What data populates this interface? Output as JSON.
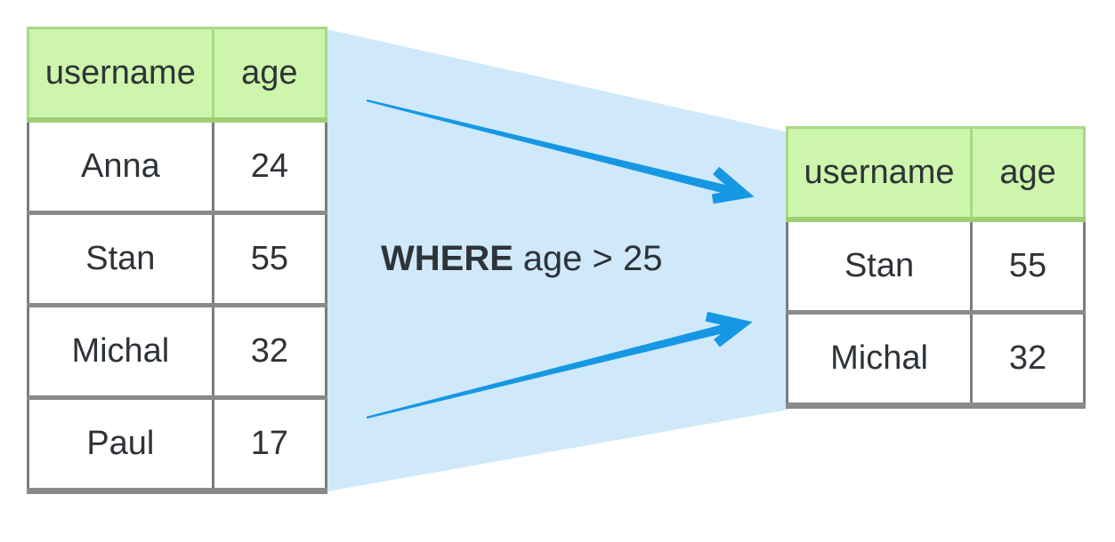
{
  "filter_label": {
    "keyword": "WHERE",
    "condition": "age > 25",
    "full_text": "WHERE age > 25"
  },
  "source_table": {
    "columns": [
      "username",
      "age"
    ],
    "rows": [
      [
        "Anna",
        "24"
      ],
      [
        "Stan",
        "55"
      ],
      [
        "Michal",
        "32"
      ],
      [
        "Paul",
        "17"
      ]
    ]
  },
  "result_table": {
    "columns": [
      "username",
      "age"
    ],
    "rows": [
      [
        "Stan",
        "55"
      ],
      [
        "Michal",
        "32"
      ]
    ]
  },
  "icons": {
    "top_arrow": "tapered-arrow-right",
    "bottom_arrow": "tapered-arrow-right",
    "funnel": "filter-funnel-trapezoid"
  },
  "colors": {
    "funnel_fill": "#cfe9fa",
    "arrow": "#1697e4",
    "header_fill": "#cdf5ab",
    "header_border": "#a7d987",
    "header_shadow": "#9ecf74",
    "cell_border": "#7c7c7c",
    "row_shadow": "#8a8a8a",
    "text": "#2e3338"
  }
}
